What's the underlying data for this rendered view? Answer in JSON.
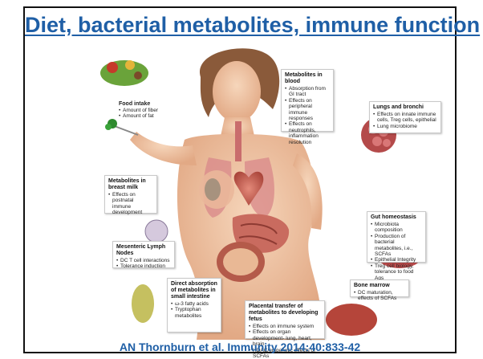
{
  "slide": {
    "title": "Diet, bacterial metabolites, immune function",
    "citation": "AN Thornburn et al. Immunity 2014:40:833-42"
  },
  "figure": {
    "food_intake": {
      "heading": "Food intake",
      "items": [
        "Amount of fiber",
        "Amount of fat"
      ]
    },
    "metabolites_blood": {
      "heading": "Metabolites in blood",
      "items": [
        "Absorption from GI tract",
        "Effects on peripheral immune responses",
        "Effects on neutrophils, inflammation resolution"
      ]
    },
    "lungs": {
      "heading": "Lungs and bronchi",
      "items": [
        "Effects on innate immune cells, Treg cells, epithelial",
        "Lung microbiome"
      ]
    },
    "breast_milk": {
      "heading": "Metabolites in breast milk",
      "items": [
        "Effects on postnatal immune development"
      ]
    },
    "gut": {
      "heading": "Gut homeostasis",
      "items": [
        "Microbiota composition",
        "Production of bacterial metabolites, i.e., SCFAs",
        "Epithelial Integrity",
        "Treg cell biology, tolerance to food Ags"
      ]
    },
    "mesenteric": {
      "heading": "Mesenteric Lymph Nodes",
      "items": [
        "DC T cell interactions",
        "Tolerance induction"
      ]
    },
    "direct_absorption": {
      "heading": "Direct absorption of metabolites in small intestine",
      "items": [
        "ω-3 fatty acids",
        "Tryptophan metabolites"
      ]
    },
    "bone_marrow": {
      "heading": "Bone marrow",
      "items": [
        "DC maturation, effects of SCFAs"
      ]
    },
    "placental": {
      "heading": "Placental transfer of metabolites to developing fetus",
      "items": [
        "Effects on immune system",
        "Effects on organ development- lung, heart, brain",
        "HDAC/epigenetic effects of SCFAs"
      ]
    }
  },
  "colors": {
    "title": "#1f5fa6",
    "skin": "#f0c7a6",
    "frame": "#111111"
  }
}
